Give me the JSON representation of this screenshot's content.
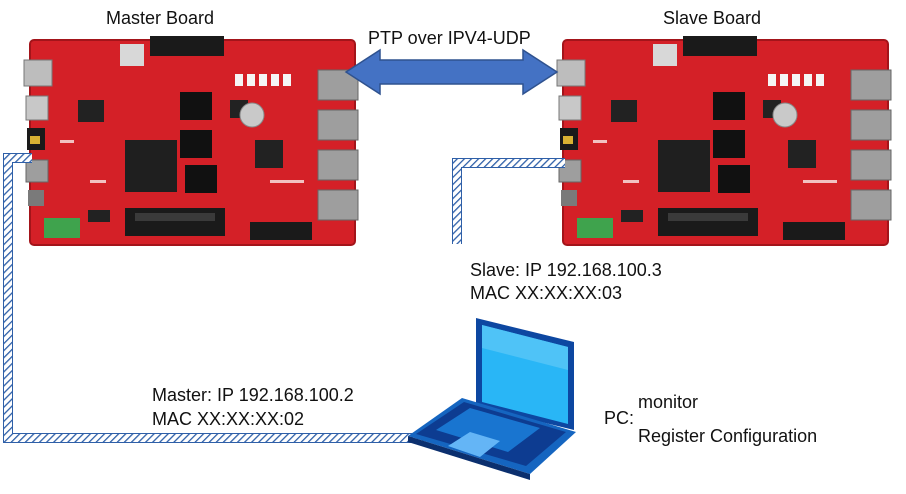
{
  "diagram": {
    "master_board": {
      "title": "Master Board"
    },
    "slave_board": {
      "title": "Slave Board"
    },
    "link_label": "PTP over IPV4-UDP",
    "master_info": {
      "ip": "Master: IP 192.168.100.2",
      "mac": "MAC XX:XX:XX:02"
    },
    "slave_info": {
      "ip": "Slave: IP 192.168.100.3",
      "mac": "MAC XX:XX:XX:03"
    },
    "pc": {
      "prefix": "PC:",
      "line1": "monitor",
      "line2": "Register Configuration"
    }
  },
  "colors": {
    "board_red": "#d42027",
    "board_dark_red": "#a3141a",
    "cable_blue": "#2e5fa8",
    "arrow_blue": "#4472c4",
    "laptop_blue": "#1565c0",
    "screen_blue": "#29b6f6"
  }
}
